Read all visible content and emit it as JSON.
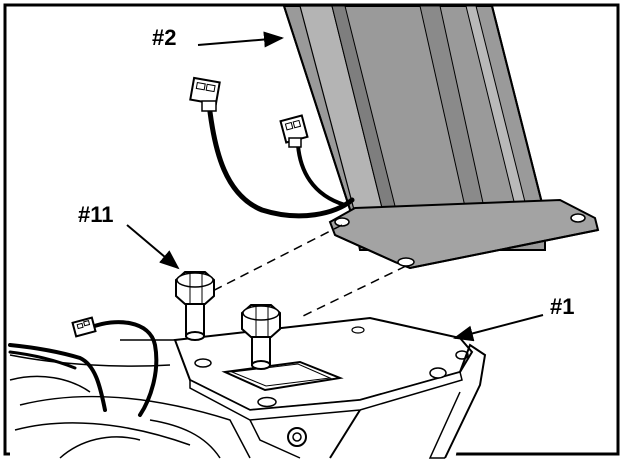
{
  "labels": {
    "part_2": "#2",
    "part_11": "#11",
    "part_1": "#1"
  },
  "colors": {
    "ink": "#000000",
    "tube": "#9a9a9a",
    "tube_dark": "#7e7e7e",
    "tube_light": "#b9b9b9",
    "paper": "#ffffff"
  }
}
